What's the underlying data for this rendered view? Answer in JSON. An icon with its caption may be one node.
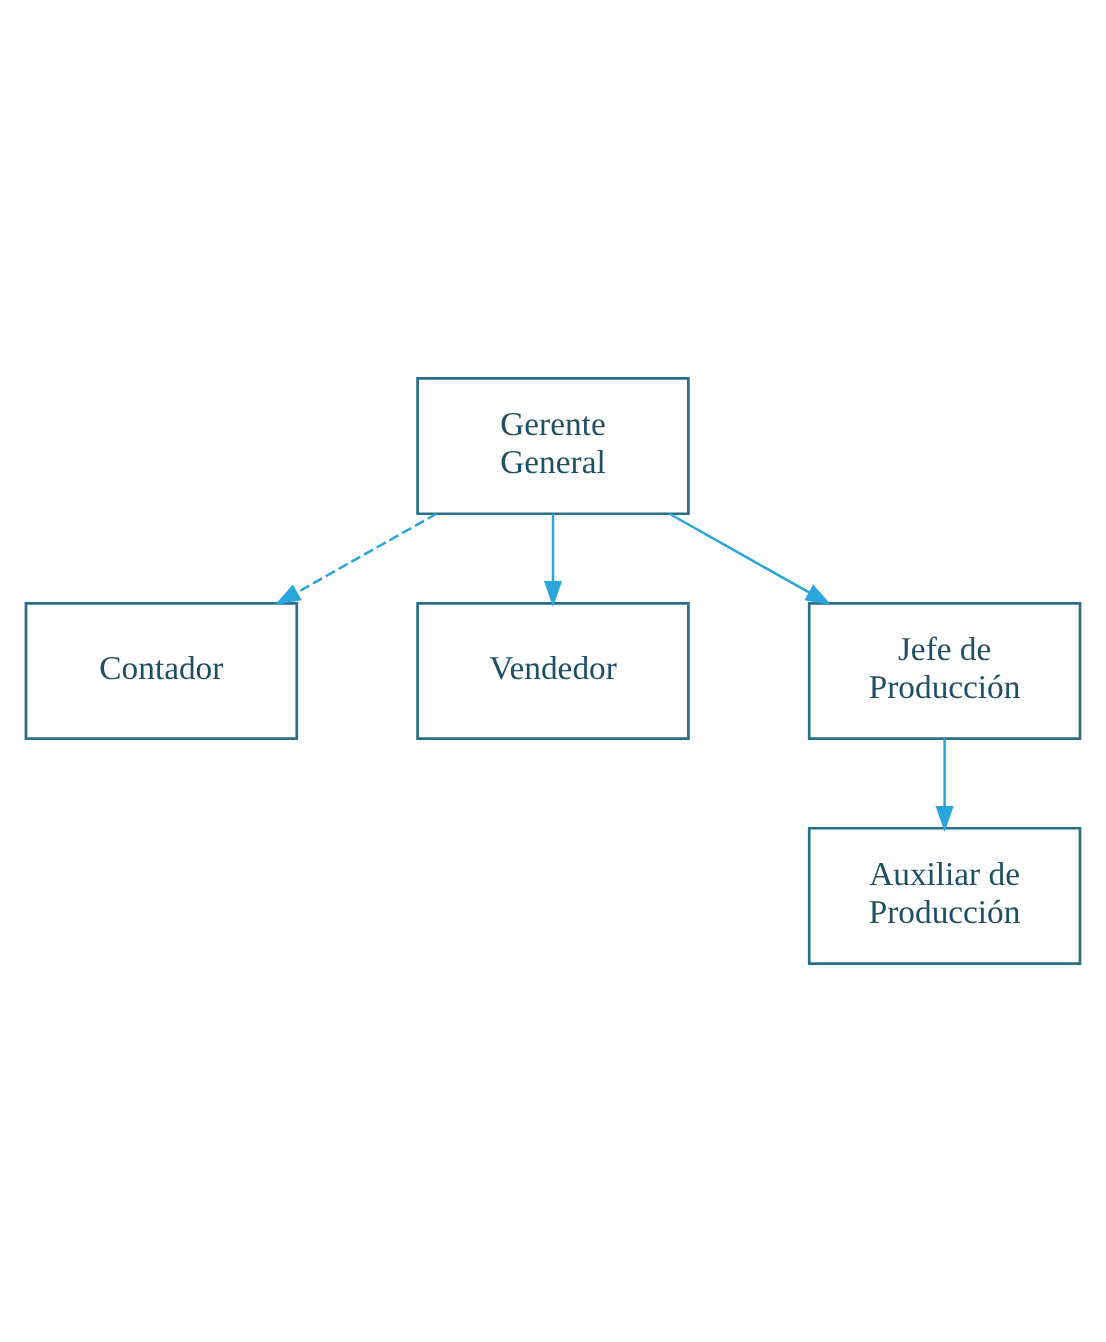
{
  "diagram": {
    "nodes": [
      {
        "text": [
          "Gerente General"
        ]
      },
      {
        "text": [
          "Contador"
        ]
      },
      {
        "text": [
          "Vendedor"
        ]
      },
      {
        "text": [
          "Jefe de Producción"
        ]
      },
      {
        "text": [
          "Auxiliar de Producción"
        ]
      }
    ],
    "edges": [
      {
        "from": 0,
        "to": 1,
        "arrow": "to",
        "style": "dashed"
      },
      {
        "from": 0,
        "to": 2,
        "arrow": "to"
      },
      {
        "from": 0,
        "to": 3,
        "arrow": "to"
      },
      {
        "from": 3,
        "to": 4,
        "arrow": "to"
      }
    ]
  }
}
